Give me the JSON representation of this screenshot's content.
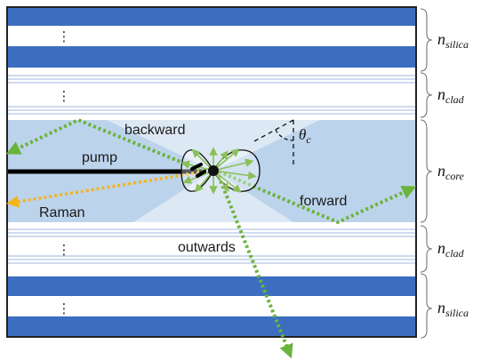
{
  "colors": {
    "silica_band": "#3c6ebf",
    "clad_stripe": "#cfdcf0",
    "core_fill": "#bcd3ec",
    "core_center": "#dde8f5",
    "green_arrow": "#6ab43a",
    "raman_arrow": "#f2b51c",
    "pump": "#000000",
    "scatter_stroke": "#8abf5a"
  },
  "signals": {
    "backward": "backward",
    "pump": "pump",
    "raman": "Raman",
    "forward": "forward",
    "outwards": "outwards"
  },
  "angle": {
    "symbol": "θ",
    "subscript": "c"
  },
  "dots": "⋮",
  "refractive_labels": {
    "n": "n",
    "silica_top": "silica",
    "clad_top": "clad",
    "core": "core",
    "clad_bottom": "clad",
    "silica_bottom": "silica"
  }
}
